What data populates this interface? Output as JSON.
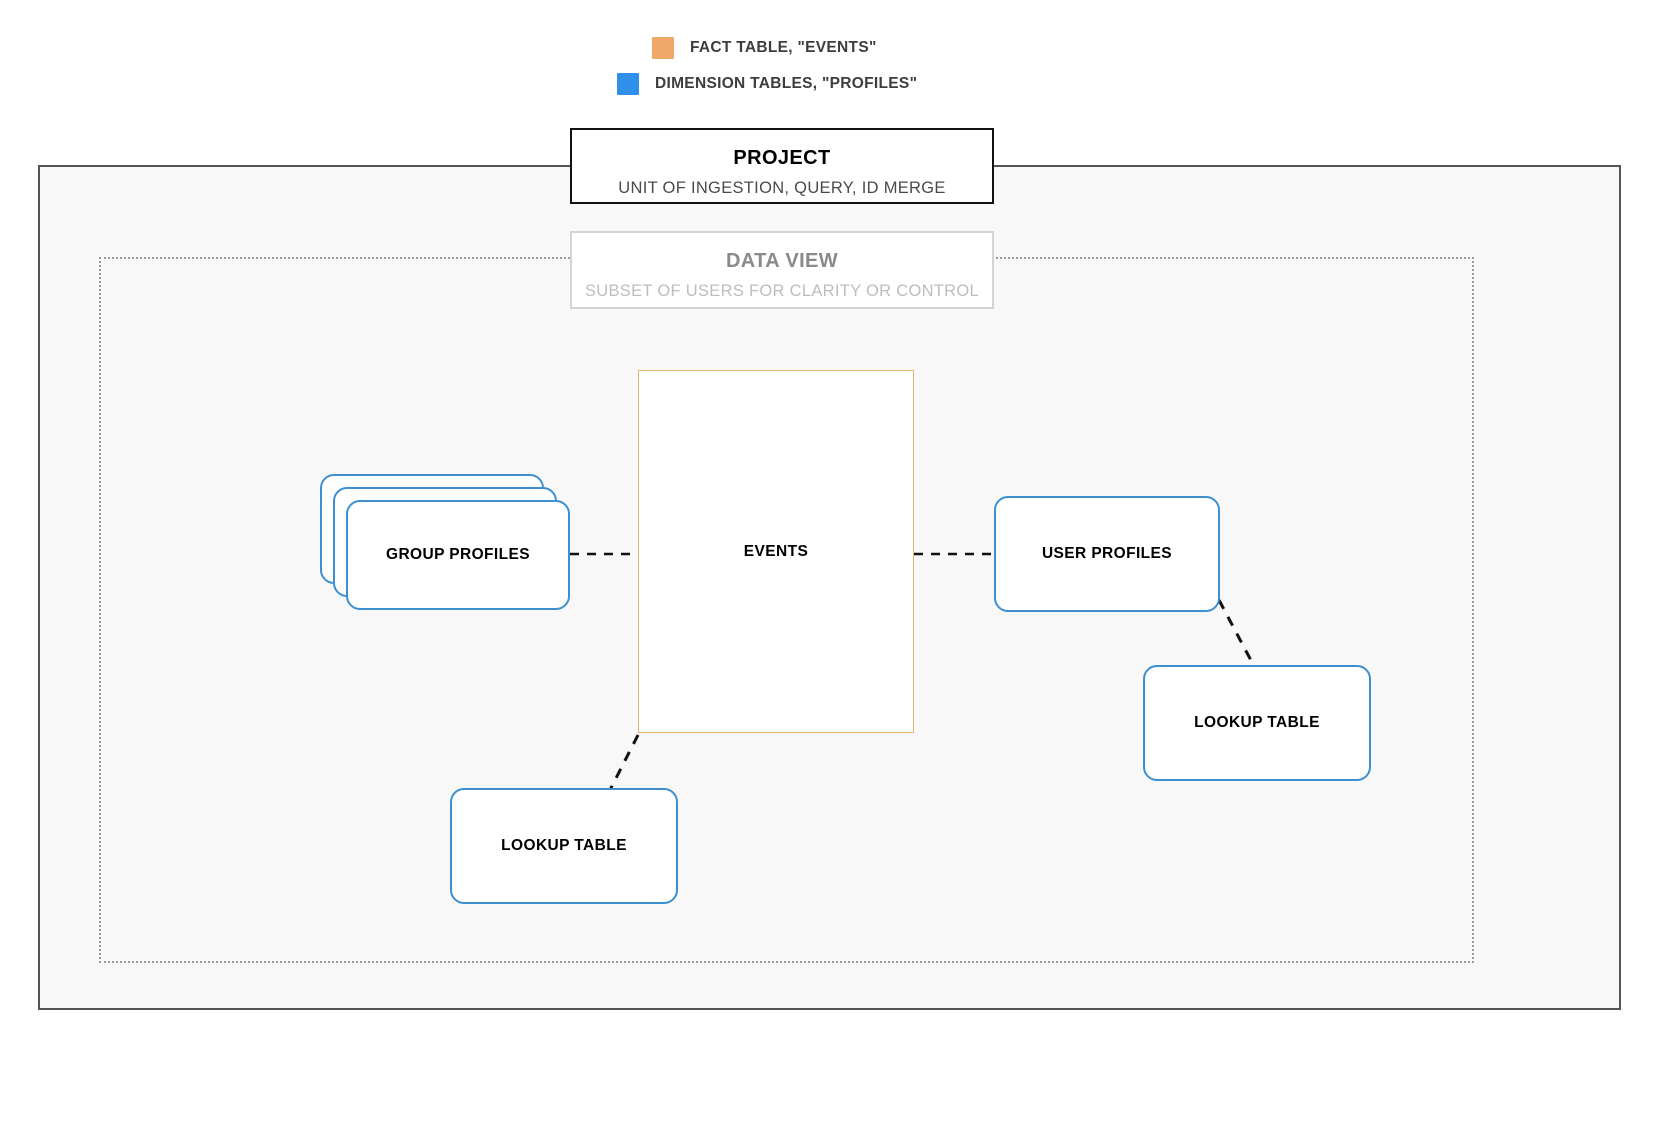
{
  "legend": {
    "items": [
      {
        "label": "FACT TABLE, \"EVENTS\"",
        "color": "#f0a868",
        "swatch_name": "fact-table-swatch"
      },
      {
        "label": "DIMENSION TABLES, \"PROFILES\"",
        "color": "#2e90e8",
        "swatch_name": "dimension-tables-swatch"
      }
    ]
  },
  "project": {
    "title": "PROJECT",
    "subtitle": "UNIT OF INGESTION, QUERY, ID MERGE",
    "border_color": "#111111",
    "fill_color": "#f8f8f8"
  },
  "data_view": {
    "title": "DATA VIEW",
    "subtitle": "SUBSET OF USERS FOR CLARITY OR CONTROL",
    "border_color": "#d4d4d4",
    "container_border_color": "#999999"
  },
  "nodes": {
    "events": {
      "label": "EVENTS",
      "color": "#e8b272",
      "type": "fact-table"
    },
    "group_profiles": {
      "label": "GROUP PROFILES",
      "color": "#3d90cf",
      "type": "dimension-table-stack",
      "stack_count": 3
    },
    "user_profiles": {
      "label": "USER PROFILES",
      "color": "#3d90cf",
      "type": "dimension-table"
    },
    "lookup_table_right": {
      "label": "LOOKUP TABLE",
      "color": "#3d90cf",
      "type": "dimension-table"
    },
    "lookup_table_left": {
      "label": "LOOKUP TABLE",
      "color": "#3d90cf",
      "type": "dimension-table"
    }
  },
  "connectors": [
    {
      "from": "group_profiles",
      "to": "events",
      "style": "dashed",
      "color": "#111111"
    },
    {
      "from": "events",
      "to": "user_profiles",
      "style": "dashed",
      "color": "#111111"
    },
    {
      "from": "user_profiles",
      "to": "lookup_table_right",
      "style": "dashed",
      "color": "#111111"
    },
    {
      "from": "events",
      "to": "lookup_table_left",
      "style": "dashed",
      "color": "#111111"
    }
  ]
}
